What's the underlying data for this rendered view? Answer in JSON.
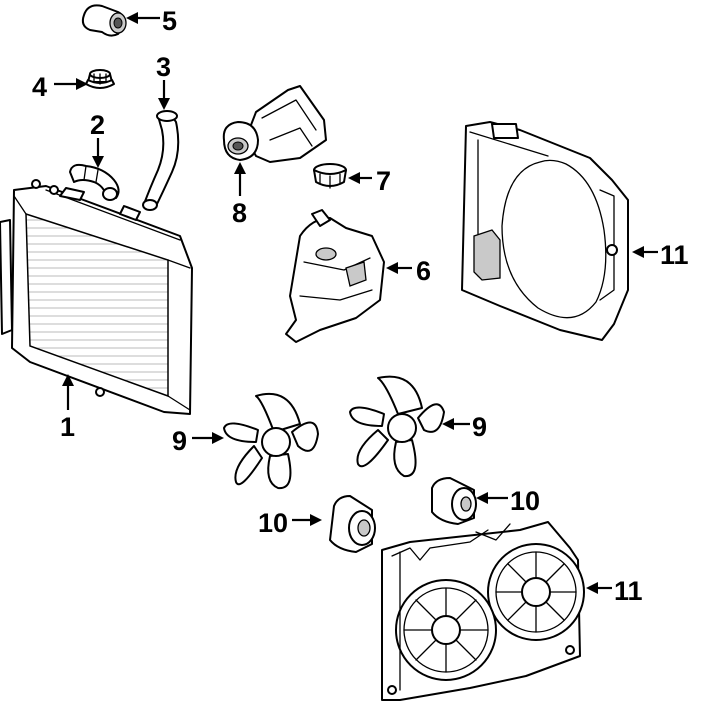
{
  "callouts": {
    "c1": "1",
    "c2": "2",
    "c3": "3",
    "c4": "4",
    "c5": "5",
    "c6": "6",
    "c7": "7",
    "c8": "8",
    "c9a": "9",
    "c9b": "9",
    "c10a": "10",
    "c10b": "10",
    "c11a": "11",
    "c11b": "11"
  },
  "parts": [
    {
      "callout": "1",
      "icon": "radiator-icon"
    },
    {
      "callout": "2",
      "icon": "lower-hose-icon"
    },
    {
      "callout": "3",
      "icon": "upper-hose-icon"
    },
    {
      "callout": "4",
      "icon": "radiator-cap-icon"
    },
    {
      "callout": "5",
      "icon": "thermostat-housing-icon"
    },
    {
      "callout": "6",
      "icon": "coolant-reservoir-icon"
    },
    {
      "callout": "7",
      "icon": "reservoir-cap-icon"
    },
    {
      "callout": "8",
      "icon": "water-outlet-icon"
    },
    {
      "callout": "9",
      "icon": "fan-blade-icon"
    },
    {
      "callout": "10",
      "icon": "fan-motor-icon"
    },
    {
      "callout": "11",
      "icon": "fan-shroud-icon"
    }
  ]
}
